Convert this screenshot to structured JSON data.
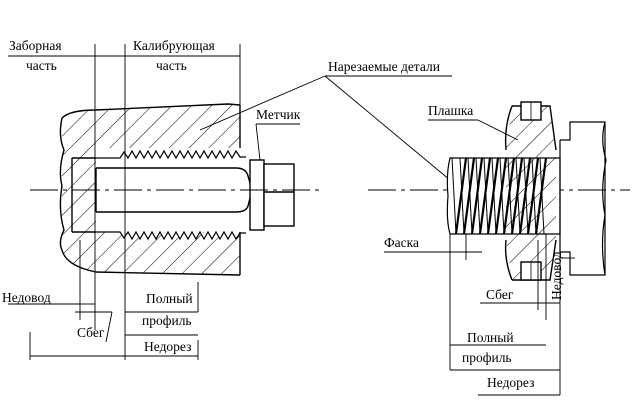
{
  "labels": {
    "intake_part_line1": "Заборная",
    "intake_part_line2": "часть",
    "calibrating_part_line1": "Калибрующая",
    "calibrating_part_line2": "часть",
    "threaded_parts": "Нарезаемые детали",
    "tap": "Метчик",
    "die": "Плашка",
    "chamfer": "Фаска",
    "undercut_left": "Недовод",
    "runout_left": "Сбег",
    "full_profile_left_line1": "Полный",
    "full_profile_left_line2": "профиль",
    "underthread_left": "Недорез",
    "runout_right": "Сбег",
    "undercut_right": "Недовод",
    "full_profile_right_line1": "Полный",
    "full_profile_right_line2": "профиль",
    "underthread_right": "Недорез"
  },
  "colors": {
    "ink": "#000000",
    "paper": "#ffffff"
  }
}
